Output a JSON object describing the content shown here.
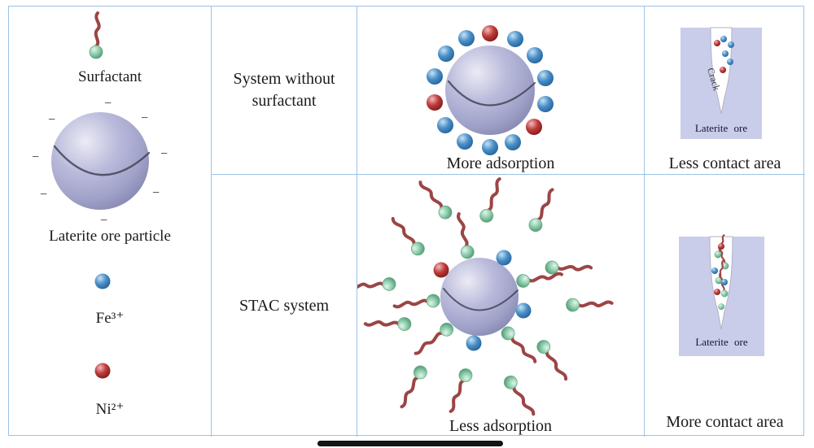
{
  "palette": {
    "grid_border": "#9dc3e6",
    "ore_sphere": "#b3b4d6",
    "fe_blue": "#4a8fc7",
    "ni_red": "#bf3a3a",
    "surfactant_head_green": "#8fcfae",
    "surfactant_tail_red": "#9c4545",
    "ore_block_lavender": "#c9cde9",
    "text": "#1b1b1b"
  },
  "legend": {
    "surfactant_label": "Surfactant",
    "particle_label": "Laterite ore particle",
    "fe_label": "Fe³⁺",
    "ni_label": "Ni²⁺",
    "minus": "−"
  },
  "row_without": {
    "system_label": "System without surfactant",
    "adsorption_caption": "More adsorption",
    "crack_label": "Crack",
    "ore_label": "Laterite ore",
    "contact_caption": "Less contact area"
  },
  "row_stac": {
    "system_label": "STAC system",
    "adsorption_caption": "Less adsorption",
    "ore_label": "Laterite ore",
    "contact_caption": "More contact area"
  }
}
